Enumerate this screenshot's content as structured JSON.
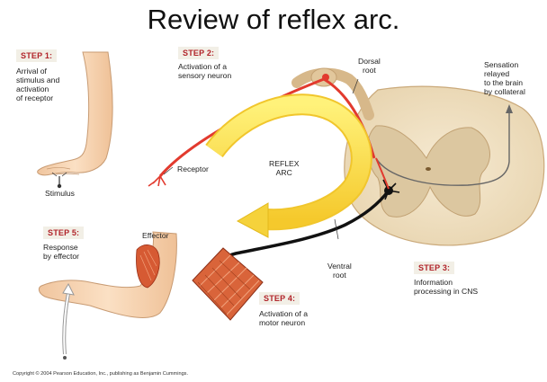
{
  "title": "Review of reflex arc.",
  "steps": {
    "s1": {
      "tag": "STEP 1:",
      "text": "Arrival of\nstimulus and\nactivation\nof receptor"
    },
    "s2": {
      "tag": "STEP 2:",
      "text": "Activation of a\nsensory neuron"
    },
    "s3": {
      "tag": "STEP 3:",
      "text": "Information\nprocessing in CNS"
    },
    "s4": {
      "tag": "STEP 4:",
      "text": "Activation of a\nmotor neuron"
    },
    "s5": {
      "tag": "STEP 5:",
      "text": "Response\nby effector"
    }
  },
  "labels": {
    "stimulus": "Stimulus",
    "receptor": "Receptor",
    "reflex_arc": "REFLEX\nARC",
    "dorsal_root": "Dorsal\nroot",
    "ventral_root": "Ventral\nroot",
    "sensation": "Sensation\nrelayed\nto the brain\nby collateral",
    "effector": "Effector"
  },
  "copyright": "Copyright © 2004 Pearson Education, Inc., publishing as Benjamin Cummings.",
  "colors": {
    "step_tag": "#b1242a",
    "step_bg": "#f2efe6",
    "sensory_neuron": "#e23a2e",
    "motor_neuron": "#111111",
    "reflex_arrow": "#f7de3c",
    "spinal_cord": "#efe0c4",
    "gray_matter": "#d9c7a3",
    "skin": "#f7d5b3",
    "muscle": "#d9643a"
  }
}
